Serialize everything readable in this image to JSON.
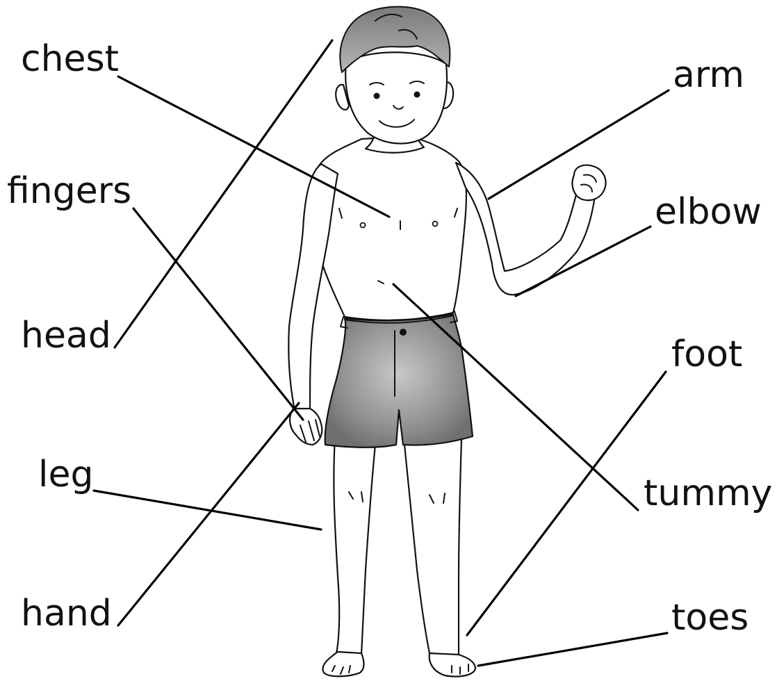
{
  "labels": {
    "chest": "chest",
    "fingers": "fingers",
    "head": "head",
    "leg": "leg",
    "hand": "hand",
    "arm": "arm",
    "elbow": "elbow",
    "foot": "foot",
    "tummy": "tummy",
    "toes": "toes"
  },
  "colors": {
    "line": "#000000",
    "text": "#111111",
    "shorts": "#8a8a8a",
    "hair": "#9a9a9a"
  }
}
